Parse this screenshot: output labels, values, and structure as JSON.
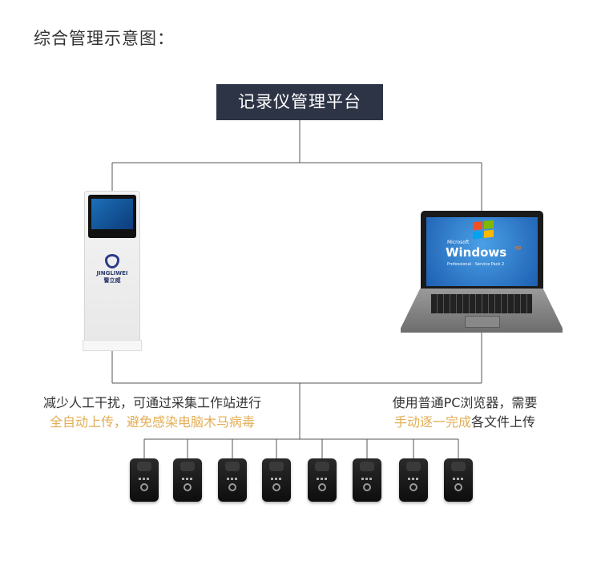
{
  "heading": "综合管理示意图：",
  "platform_label": "记录仪管理平台",
  "kiosk": {
    "brand": "JINGLIWEI",
    "brand_cn": "警立威"
  },
  "laptop": {
    "os_vendor": "Microsoft",
    "os_name": "Windows",
    "os_edition": "xp",
    "os_subtitle": "Professional · Service Pack 2"
  },
  "caption_left": {
    "line1": "减少人工干扰，可通过采集工作站进行",
    "line2": "全自动上传，避免感染电脑木马病毒"
  },
  "caption_right": {
    "line1": "使用普通PC浏览器，需要",
    "line2_highlight": "手动逐一完成",
    "line2_rest": "各文件上传"
  },
  "colors": {
    "highlight": "#e2ae55",
    "platform_bg": "#2d3446",
    "line": "#555555"
  },
  "recorder_count": 8
}
